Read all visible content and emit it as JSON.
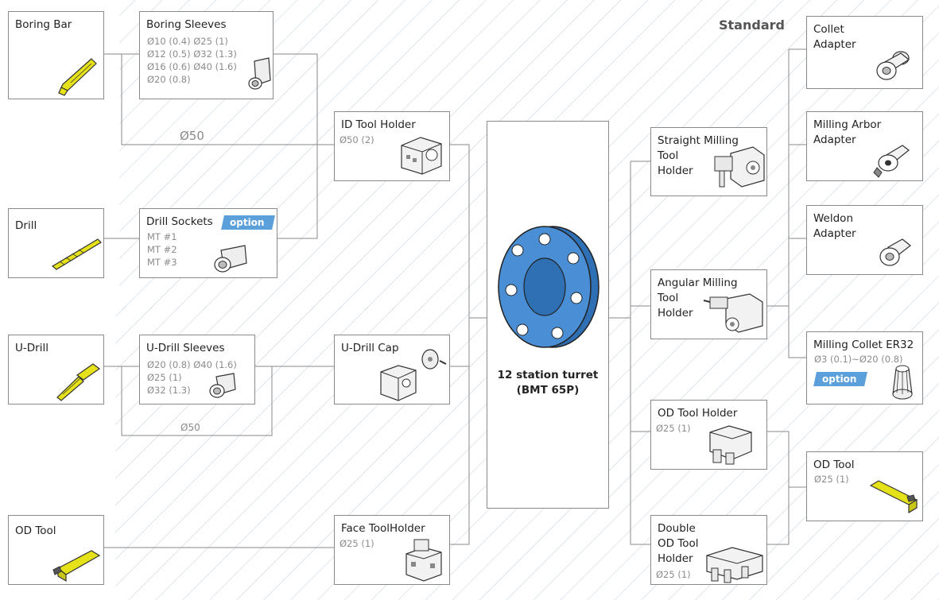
{
  "header": {
    "standard_label": "Standard"
  },
  "center": {
    "label": "12 station turret\n(BMT 65P)"
  },
  "boxes": {
    "boring_bar": {
      "title": "Boring Bar"
    },
    "boring_sleeves": {
      "title": "Boring Sleeves",
      "specs": [
        "Ø10 (0.4)  Ø25 (1)",
        "Ø12 (0.5)  Ø32 (1.3)",
        "Ø16 (0.6)  Ø40 (1.6)",
        "Ø20 (0.8)"
      ]
    },
    "drill": {
      "title": "Drill"
    },
    "drill_sockets": {
      "title": "Drill Sockets",
      "badge": "option",
      "specs": [
        "MT #1",
        "MT #2",
        "MT #3"
      ]
    },
    "id_tool_holder": {
      "title": "ID Tool Holder",
      "specs": [
        "Ø50 (2)"
      ]
    },
    "u_drill": {
      "title": "U-Drill"
    },
    "u_drill_sleeves": {
      "title": "U-Drill Sleeves",
      "specs": [
        "Ø20 (0.8)  Ø40 (1.6)",
        "Ø25 (1)",
        "Ø32 (1.3)"
      ]
    },
    "u_drill_cap": {
      "title": "U-Drill Cap"
    },
    "od_tool_left": {
      "title": "OD Tool"
    },
    "face_toolholder": {
      "title": "Face ToolHolder",
      "specs": [
        "Ø25 (1)"
      ]
    },
    "straight_milling": {
      "title": "Straight Milling\nTool\nHolder"
    },
    "angular_milling": {
      "title": "Angular Milling\nTool\nHolder"
    },
    "od_tool_holder": {
      "title": "OD Tool Holder",
      "specs": [
        "Ø25 (1)"
      ]
    },
    "double_od": {
      "title": "Double\nOD Tool\nHolder",
      "specs": [
        "Ø25 (1)"
      ]
    },
    "collet_adapter": {
      "title": "Collet\nAdapter"
    },
    "milling_arbor": {
      "title": "Milling Arbor\nAdapter"
    },
    "weldon": {
      "title": "Weldon\nAdapter"
    },
    "milling_collet": {
      "title": "Milling Collet ER32",
      "specs": [
        "Ø3 (0.1)~Ø20 (0.8)"
      ],
      "badge": "option"
    },
    "od_tool_right": {
      "title": "OD Tool",
      "specs": [
        "Ø25 (1)"
      ]
    }
  },
  "connector_labels": {
    "boring_diameter": "Ø50",
    "u_drill_diameter": "Ø50"
  },
  "colors": {
    "accent_blue": "#5ba0da",
    "turret_blue": "#4a8fd6",
    "tool_yellow": "#e6e21a",
    "hatch": "#c9d3e3",
    "line": "#8a8a8a"
  }
}
